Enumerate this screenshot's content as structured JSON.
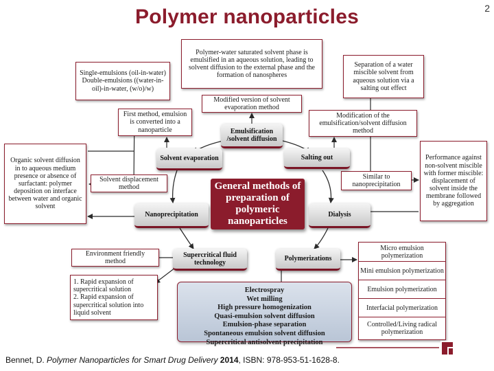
{
  "slide": {
    "title": "Polymer nanoparticles",
    "page_number": "2"
  },
  "center": {
    "text": "General methods of preparation of polymeric nanoparticles"
  },
  "nodes": {
    "emulsification": "Emulsification /solvent diffusion",
    "solvent_evaporation": "Solvent evaporation",
    "salting_out": "Salting out",
    "nanoprecipitation": "Nanoprecipitation",
    "dialysis": "Dialysis",
    "supercritical": "Supercritical fluid technology",
    "polymerizations": "Polymerizations"
  },
  "notes": {
    "top_center": "Polymer-water saturated solvent phase is emulsified in an aqueous solution, leading to solvent diffusion to the external phase and the formation of nanospheres",
    "modified_evaporation": "Modified version of solvent evaporation method",
    "separation_water": "Separation of a water miscible solvent from aqueous solution via a salting out effect",
    "modification_emulsification": "Modification of the emulsification/solvent diffusion method",
    "single_emulsions": "Single-emulsions (oil-in-water)\nDouble-emulsions ((water-in-oil)-in-water, (w/o)/w)",
    "first_method": "First method, emulsion is converted into a nanoparticle",
    "organic_solvent": "Organic solvent diffusion in to aqueous medium presence or absence of surfactant: polymer deposition on interface between water and organic solvent",
    "solvent_displacement": "Solvent displacement method",
    "performance": "Performance against non-solvent miscible with former miscible: displacement of solvent inside the membrane followed by aggregation",
    "similar_nanoprecipitation": "Similar to nanoprecipitation",
    "environment_friendly": "Environment friendly method",
    "rapid_expansion": "1. Rapid expansion of supercritical solution\n2. Rapid expansion of supercritical solution into liquid solvent"
  },
  "other_methods": [
    "Electrospray",
    "Wet milling",
    "High pressure homogenization",
    "Quasi-emulsion solvent diffusion",
    "Emulsion-phase separation",
    "Spontaneous emulsion solvent diffusion",
    "Supercritical antisolvent precipitation"
  ],
  "polymerization_types": [
    "Micro emulsion polymerization",
    "Mini emulsion polymerization",
    "Emulsion polymerization",
    "Interfacial polymerization",
    "Controlled/Living radical polymerization"
  ],
  "citation": {
    "authors": "Bennet, D. ",
    "work": "Polymer Nanoparticles for Smart Drug Delivery",
    "year": " 2014",
    "isbn": ", ISBN: 978-953-51-1628-8."
  },
  "colors": {
    "accent": "#8b1c2c",
    "node_gray": "#d9d9d9",
    "methods_blue": "#c8d1de"
  },
  "icons": {
    "logo": "university-logo-icon"
  }
}
